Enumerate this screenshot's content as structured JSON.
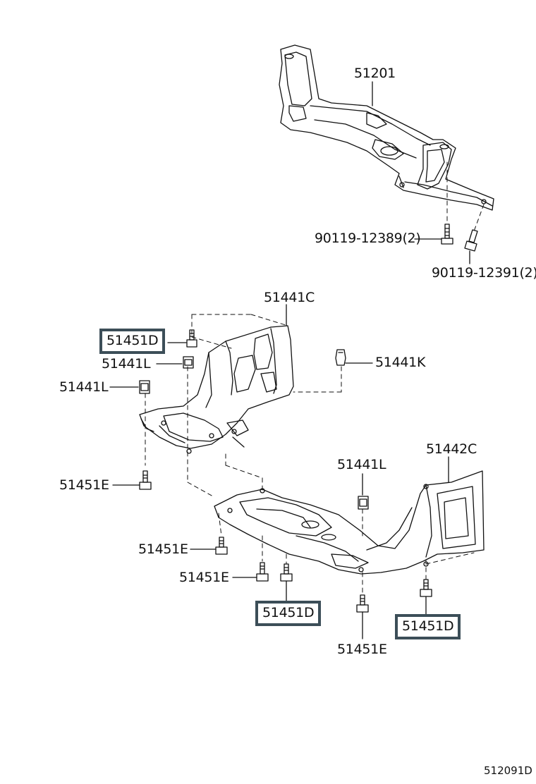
{
  "diagram_code": "512091D",
  "parts": {
    "p51201": "51201",
    "p90119_12389": "90119-12389(2)",
    "p90119_12391": "90119-12391(2)",
    "p51441C": "51441C",
    "p51451D_a": "51451D",
    "p51441L_a": "51441L",
    "p51441K": "51441K",
    "p51441L_b": "51441L",
    "p51451E_a": "51451E",
    "p51442C": "51442C",
    "p51441L_c": "51441L",
    "p51451E_b": "51451E",
    "p51451E_c": "51451E",
    "p51451D_b": "51451D",
    "p51451D_c": "51451D",
    "p51451E_d": "51451E"
  }
}
